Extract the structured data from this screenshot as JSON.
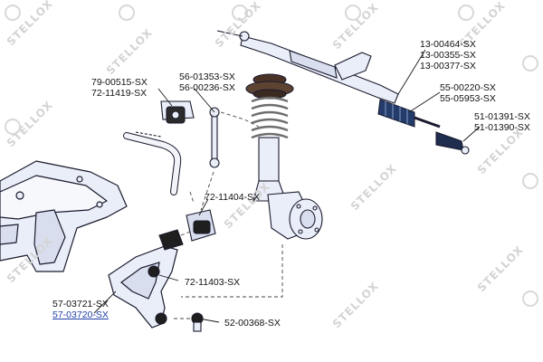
{
  "watermark": {
    "text": "STELLOX"
  },
  "colors": {
    "part_fill": "#eaeef8",
    "part_stroke": "#1a1a2e",
    "spring": "#7f7f7f",
    "mount": "#4a3326",
    "leader": "#1a1a1a",
    "dashed": "#444444",
    "highlight": "#1f3ea6"
  },
  "callouts": {
    "steering_rack": [
      "13-00464-SX",
      "13-00355-SX",
      "13-00377-SX"
    ],
    "rack_boot": [
      "55-00220-SX",
      "55-05953-SX"
    ],
    "tie_rod_end": [
      "51-01391-SX",
      "51-01390-SX"
    ],
    "stabilizer_bushing": [
      "79-00515-SX",
      "72-11419-SX"
    ],
    "stabilizer_link": [
      "56-01353-SX",
      "56-00236-SX"
    ],
    "arm_rear_bushing": [
      "72-11404-SX"
    ],
    "arm_front_bushing": [
      "72-11403-SX"
    ],
    "ball_joint": [
      "52-00368-SX"
    ],
    "control_arm": [
      "57-03721-SX",
      "57-03720-SX"
    ]
  },
  "icons": {
    "brand": "stellox-watermark-logo"
  }
}
